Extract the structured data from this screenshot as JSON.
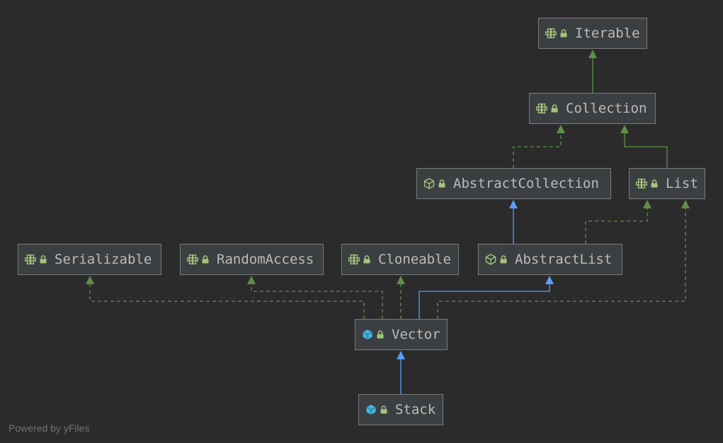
{
  "nodes": {
    "iterable": {
      "label": "Iterable",
      "kind": "interface"
    },
    "collection": {
      "label": "Collection",
      "kind": "interface"
    },
    "abstract_collection": {
      "label": "AbstractCollection",
      "kind": "abstract-class"
    },
    "list": {
      "label": "List",
      "kind": "interface"
    },
    "serializable": {
      "label": "Serializable",
      "kind": "interface"
    },
    "random_access": {
      "label": "RandomAccess",
      "kind": "interface"
    },
    "cloneable": {
      "label": "Cloneable",
      "kind": "interface"
    },
    "abstract_list": {
      "label": "AbstractList",
      "kind": "abstract-class"
    },
    "vector": {
      "label": "Vector",
      "kind": "class"
    },
    "stack": {
      "label": "Stack",
      "kind": "class"
    }
  },
  "edges": [
    {
      "from": "collection",
      "to": "iterable",
      "type": "extends-interface"
    },
    {
      "from": "abstract_collection",
      "to": "collection",
      "type": "implements"
    },
    {
      "from": "list",
      "to": "collection",
      "type": "extends-interface"
    },
    {
      "from": "abstract_list",
      "to": "abstract_collection",
      "type": "extends"
    },
    {
      "from": "abstract_list",
      "to": "list",
      "type": "implements"
    },
    {
      "from": "vector",
      "to": "serializable",
      "type": "implements"
    },
    {
      "from": "vector",
      "to": "random_access",
      "type": "implements"
    },
    {
      "from": "vector",
      "to": "cloneable",
      "type": "implements"
    },
    {
      "from": "vector",
      "to": "abstract_list",
      "type": "extends"
    },
    {
      "from": "vector",
      "to": "list",
      "type": "implements"
    },
    {
      "from": "stack",
      "to": "vector",
      "type": "extends"
    }
  ],
  "colors": {
    "background": "#2b2b2b",
    "node_fill": "#3c3f41",
    "node_border": "#7a7a7a",
    "text": "#bbbbbb",
    "interface_edge": "#5e8f4a",
    "class_edge": "#589df6",
    "interface_icon": "#a4c37e",
    "class_icon": "#40b6e0"
  },
  "footer": "Powered by yFiles"
}
